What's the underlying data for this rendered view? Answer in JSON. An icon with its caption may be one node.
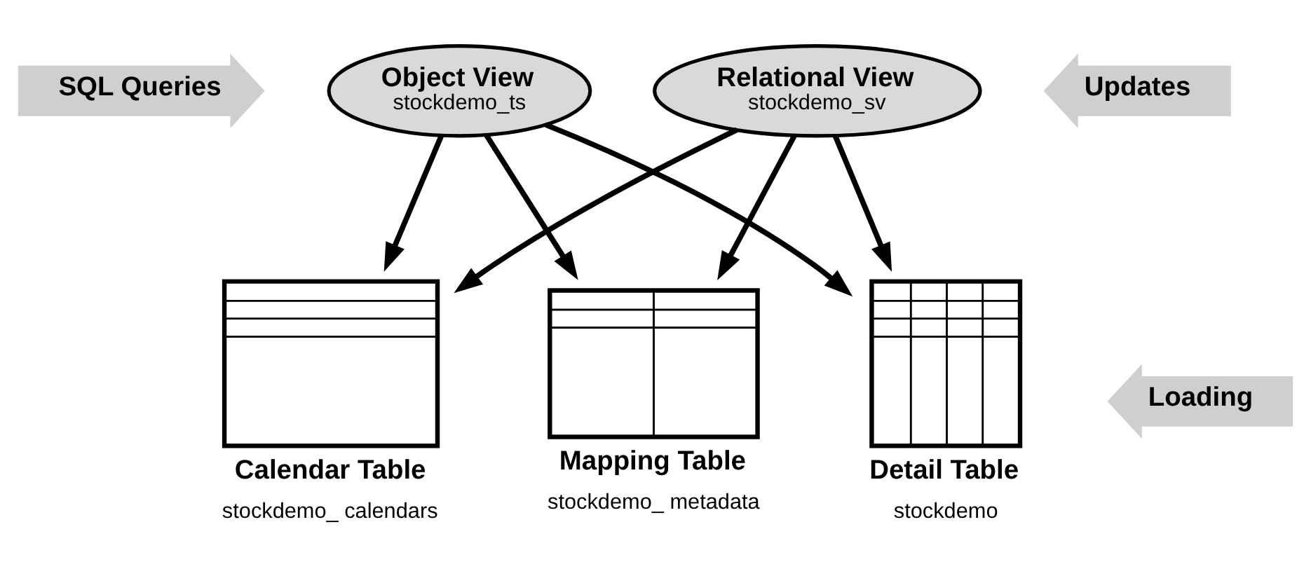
{
  "diagram": {
    "nodes": [
      {
        "text": [
          "SQL Queries"
        ]
      },
      {
        "text": [
          "Object View",
          "stockdemo_ts"
        ]
      },
      {
        "text": [
          "Relational View",
          "stockdemo_sv"
        ]
      },
      {
        "text": [
          "Updates"
        ]
      },
      {
        "text": [
          "Calendar Table",
          "stockdemo_ calendars"
        ]
      },
      {
        "text": [
          "Mapping Table",
          "stockdemo_ metadata"
        ]
      },
      {
        "text": [
          "Detail Table",
          "stockdemo"
        ]
      },
      {
        "text": [
          "Loading"
        ]
      }
    ],
    "edges": [
      {
        "from": 1,
        "to": 4,
        "arrow": "to"
      },
      {
        "from": 1,
        "to": 5,
        "arrow": "to"
      },
      {
        "from": 1,
        "to": 6,
        "arrow": "to"
      },
      {
        "from": 2,
        "to": 4,
        "arrow": "to"
      },
      {
        "from": 2,
        "to": 5,
        "arrow": "to"
      },
      {
        "from": 2,
        "to": 6,
        "arrow": "to"
      }
    ]
  }
}
